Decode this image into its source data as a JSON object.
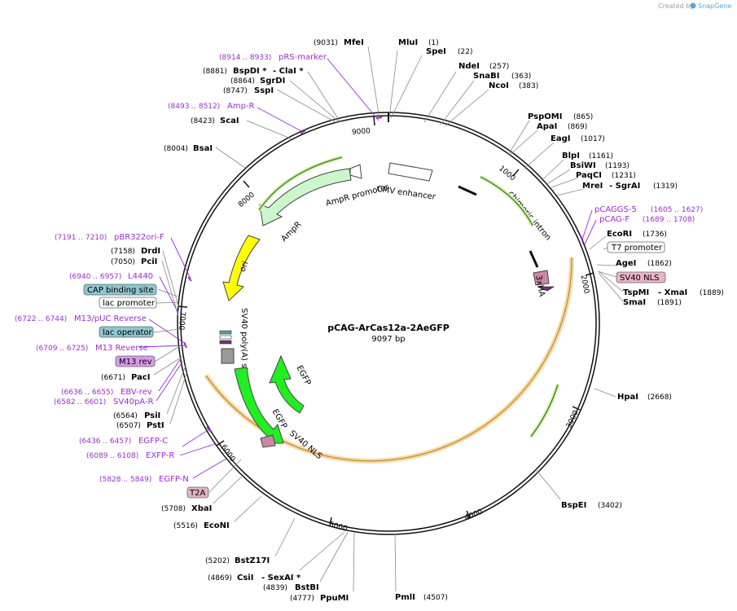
{
  "map": {
    "title": "pCAG-ArCas12a-2AeGFP",
    "size_label": "9097 bp",
    "total_bp": 9097,
    "credit_prefix": "Created by",
    "credit_brand": "SnapGene",
    "ticks": [
      "1000",
      "2000",
      "3000",
      "4000",
      "5000",
      "6000",
      "7000",
      "8000",
      "9000"
    ]
  },
  "sites": [
    {
      "name": "MluI",
      "pos": "(1)"
    },
    {
      "name": "SpeI",
      "pos": "(22)"
    },
    {
      "name": "NdeI",
      "pos": "(257)"
    },
    {
      "name": "SnaBI",
      "pos": "(363)"
    },
    {
      "name": "NcoI",
      "pos": "(383)"
    },
    {
      "name": "PspOMI",
      "pos": "(865)"
    },
    {
      "name": "ApaI",
      "pos": "(869)"
    },
    {
      "name": "EagI",
      "pos": "(1017)"
    },
    {
      "name": "BlpI",
      "pos": "(1161)"
    },
    {
      "name": "BsiWI",
      "pos": "(1193)"
    },
    {
      "name": "PaqCI",
      "pos": "(1231)"
    },
    {
      "name": "MreI",
      "pos": ""
    },
    {
      "name": "- SgrAI",
      "pos": "(1319)"
    },
    {
      "name": "EcoRI",
      "pos": "(1736)"
    },
    {
      "name": "AgeI",
      "pos": "(1862)"
    },
    {
      "name": "TspMI",
      "pos": ""
    },
    {
      "name": "- XmaI",
      "pos": "(1889)"
    },
    {
      "name": "SmaI",
      "pos": "(1891)"
    },
    {
      "name": "HpaI",
      "pos": "(2668)"
    },
    {
      "name": "BspEI",
      "pos": "(3402)"
    },
    {
      "name": "PmlI",
      "pos": "(4507)"
    },
    {
      "name": "PpuMI",
      "pos": "(4777)"
    },
    {
      "name": "BstBI",
      "pos": "(4839)"
    },
    {
      "name": "CsiI",
      "pos": "(4869)"
    },
    {
      "name": "- SexAI *",
      "pos": ""
    },
    {
      "name": "BstZ17I",
      "pos": "(5202)"
    },
    {
      "name": "EcoNI",
      "pos": "(5516)"
    },
    {
      "name": "XbaI",
      "pos": "(5708)"
    },
    {
      "name": "PstI",
      "pos": "(6507)"
    },
    {
      "name": "PsiI",
      "pos": "(6564)"
    },
    {
      "name": "PacI",
      "pos": "(6671)"
    },
    {
      "name": "PciI",
      "pos": "(7050)"
    },
    {
      "name": "DrdI",
      "pos": "(7158)"
    },
    {
      "name": "BsaI",
      "pos": "(8004)"
    },
    {
      "name": "ScaI",
      "pos": "(8423)"
    },
    {
      "name": "SspI",
      "pos": "(8747)"
    },
    {
      "name": "SgrDI",
      "pos": "(8864)"
    },
    {
      "name": "BspDI *",
      "pos": "(8881)"
    },
    {
      "name": "- ClaI *",
      "pos": ""
    },
    {
      "name": "MfeI",
      "pos": "(9031)"
    }
  ],
  "primers": [
    {
      "name": "pRS-marker",
      "range": "(8914 .. 8933)"
    },
    {
      "name": "Amp-R",
      "range": "(8493 .. 8512)"
    },
    {
      "name": "pCAGGS-5",
      "range": "(1605 .. 1627)"
    },
    {
      "name": "pCAG-F",
      "range": "(1689 .. 1708)"
    },
    {
      "name": "pBR322ori-F",
      "range": "(7191 .. 7210)"
    },
    {
      "name": "L4440",
      "range": "(6940 .. 6957)"
    },
    {
      "name": "M13/pUC Reverse",
      "range": "(6722 .. 6744)"
    },
    {
      "name": "M13 Reverse",
      "range": "(6709 .. 6725)"
    },
    {
      "name": "EBV-rev",
      "range": "(6636 .. 6655)"
    },
    {
      "name": "SV40pA-R",
      "range": "(6582 .. 6601)"
    },
    {
      "name": "EGFP-C",
      "range": "(6436 .. 6457)"
    },
    {
      "name": "EXFP-R",
      "range": "(6089 .. 6108)"
    },
    {
      "name": "EGFP-N",
      "range": "(5828 .. 5849)"
    }
  ],
  "boxed_features": [
    {
      "name": "T7 promoter",
      "fill": "#ffffff"
    },
    {
      "name": "SV40 NLS",
      "fill": "#e8b4c8"
    },
    {
      "name": "CAP binding site",
      "fill": "#8ec6cf"
    },
    {
      "name": "lac promoter",
      "fill": "#ffffff"
    },
    {
      "name": "lac operator",
      "fill": "#8ec6cf"
    },
    {
      "name": "M13 rev",
      "fill": "#d79be6"
    },
    {
      "name": "T2A",
      "fill": "#e2b3c2"
    }
  ],
  "features": {
    "cmv_enhancer": "CMV enhancer",
    "ampr_promoter": "AmpR promoter",
    "ampr": "AmpR",
    "ori": "ori",
    "chimeric_intron": "chimeric intron",
    "ha_tag": "3xHA",
    "sv40_polya": "SV40 poly(A) signal",
    "egfp_outer": "EGFP",
    "egfp_inner": "EGFP",
    "sv40_nls": "SV40 NLS"
  },
  "colors": {
    "primer": "#9a2fcf",
    "ampr_fill": "#ccf7cc",
    "ori_fill": "#ffff00",
    "egfp_fill": "#22ee22",
    "orf_highlight": "#f6d8a6",
    "orf_line": "#c08a30",
    "green_orf": "#4a8c1c",
    "nls_fill": "#c98aa8",
    "credit": "#9aa0a6",
    "brand": "#56a5d8"
  }
}
